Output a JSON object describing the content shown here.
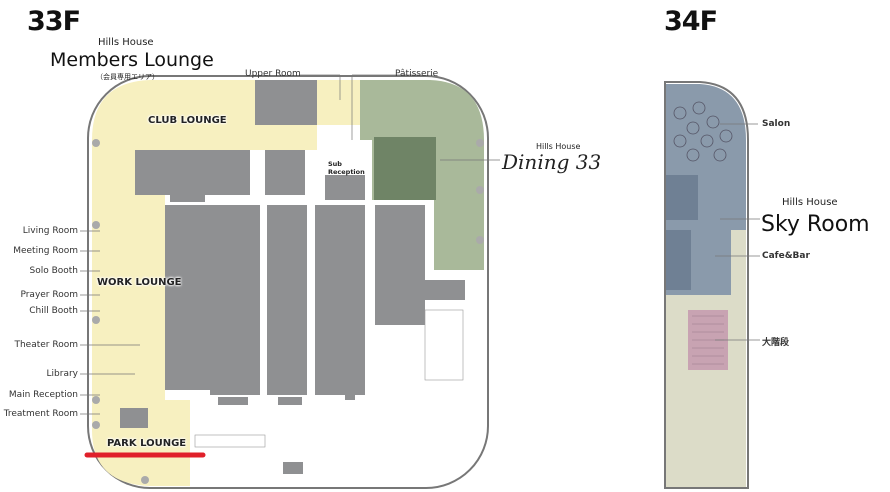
{
  "floors": {
    "f33": {
      "title": "33F",
      "members_lounge": {
        "brand": "Hills House",
        "name": "Members Lounge",
        "note": "（会員専用エリア）"
      },
      "top_labels": {
        "upper_room": "Upper Room",
        "patisserie": "Pâtisserie"
      },
      "dining": {
        "brand": "Hills House",
        "name": "Dining 33"
      },
      "sub_reception": "Sub Reception",
      "zones": {
        "club": "CLUB LOUNGE",
        "work": "WORK LOUNGE",
        "park": "PARK LOUNGE"
      },
      "left_labels": [
        "Living Room",
        "Meeting Room",
        "Solo Booth",
        "Prayer Room",
        "Chill Booth",
        "Theater Room",
        "Library",
        "Main Reception",
        "Treatment Room"
      ]
    },
    "f34": {
      "title": "34F",
      "sky_room": {
        "brand": "Hills House",
        "name": "Sky Room"
      },
      "labels": {
        "salon": "Salon",
        "cafe_bar": "Cafe&Bar",
        "grand_stairs": "大階段"
      }
    }
  },
  "colors": {
    "lounge": "#f7f0c0",
    "dining": "#a9b99a",
    "core": "#8f9092",
    "sky": "#8a9aab",
    "stairs_area": "#dcdcc8",
    "stairs": "#c8a3b2",
    "highlight": "#e0202a"
  }
}
